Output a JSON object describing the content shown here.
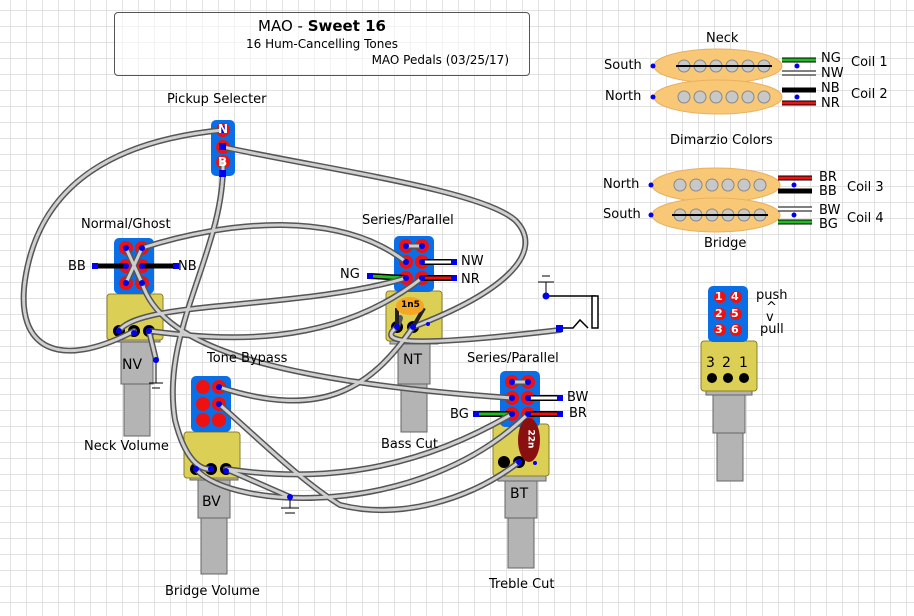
{
  "title": {
    "name": "MAO",
    "separator": " - ",
    "bold": "Sweet 16",
    "subtitle": "16 Hum-Cancelling Tones",
    "credit": "MAO Pedals   (03/25/17)"
  },
  "labels": {
    "pickup_selector": "Pickup Selecter",
    "normal_ghost": "Normal/Ghost",
    "series_parallel_1": "Series/Parallel",
    "series_parallel_2": "Series/Parallel",
    "tone_bypass": "Tone Bypass",
    "neck_volume": "Neck Volume",
    "bridge_volume": "Bridge Volume",
    "bass_cut": "Bass Cut",
    "treble_cut": "Treble Cut",
    "dimarzio_colors": "Dimarzio Colors",
    "neck": "Neck",
    "bridge": "Bridge"
  },
  "selector": {
    "top": "N",
    "bottom": "B"
  },
  "pots": {
    "nv": "NV",
    "bv": "BV",
    "nt": "NT",
    "bt": "BT"
  },
  "capacitors": {
    "nt_cap": "1n5",
    "bt_cap": "22n"
  },
  "wire_tags": {
    "bb": "BB",
    "nb": "NB",
    "ng": "NG",
    "nw": "NW",
    "nr": "NR",
    "bg": "BG",
    "bw": "BW",
    "br": "BR"
  },
  "pickups": {
    "neck": [
      {
        "pole": "South",
        "coil": "Coil 1",
        "wires": [
          "NG",
          "NW"
        ],
        "wire_colors": [
          "#22bb22",
          "#ffffff"
        ]
      },
      {
        "pole": "North",
        "coil": "Coil 2",
        "wires": [
          "NB",
          "NR"
        ],
        "wire_colors": [
          "#000000",
          "#ee1111"
        ]
      }
    ],
    "bridge": [
      {
        "pole": "North",
        "coil": "Coil 3",
        "wires": [
          "BR",
          "BB"
        ],
        "wire_colors": [
          "#ee1111",
          "#000000"
        ]
      },
      {
        "pole": "South",
        "coil": "Coil 4",
        "wires": [
          "BW",
          "BG"
        ],
        "wire_colors": [
          "#ffffff",
          "#22bb22"
        ]
      }
    ]
  },
  "push_pull_legend": {
    "pins": [
      "1",
      "4",
      "2",
      "5",
      "3",
      "6"
    ],
    "push": "push",
    "up_arrow": "^",
    "down_arrow": "v",
    "pull": "pull",
    "lugs": [
      "3",
      "2",
      "1"
    ]
  },
  "colors": {
    "switch_blue": "#0a6ee6",
    "pot_yellow": "#dccf55",
    "pickup_orange": "#f8c877",
    "lug_red": "#ee1111",
    "wire_gray": "#c8c8c8",
    "node_blue": "#0000ee",
    "cap_brown": "#8a1010",
    "cap_orange": "#f5a623"
  }
}
